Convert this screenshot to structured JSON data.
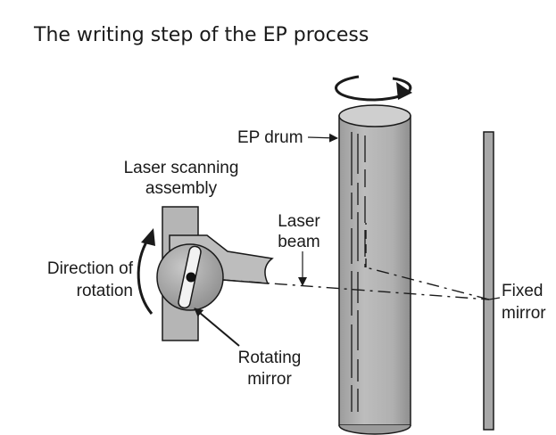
{
  "title": "The writing step of the EP process",
  "labels": {
    "ep_drum": "EP drum",
    "laser_scanning_line1": "Laser scanning",
    "laser_scanning_line2": "assembly",
    "laser_beam_line1": "Laser",
    "laser_beam_line2": "beam",
    "direction_line1": "Direction of",
    "direction_line2": "rotation",
    "rotating_line1": "Rotating",
    "rotating_line2": "mirror",
    "fixed_line1": "Fixed",
    "fixed_line2": "mirror"
  },
  "colors": {
    "drum_body": "#b3b3b3",
    "drum_top": "#cfcfcf",
    "mirror_bar": "#a8a8a8",
    "outline": "#1a1a1a"
  }
}
